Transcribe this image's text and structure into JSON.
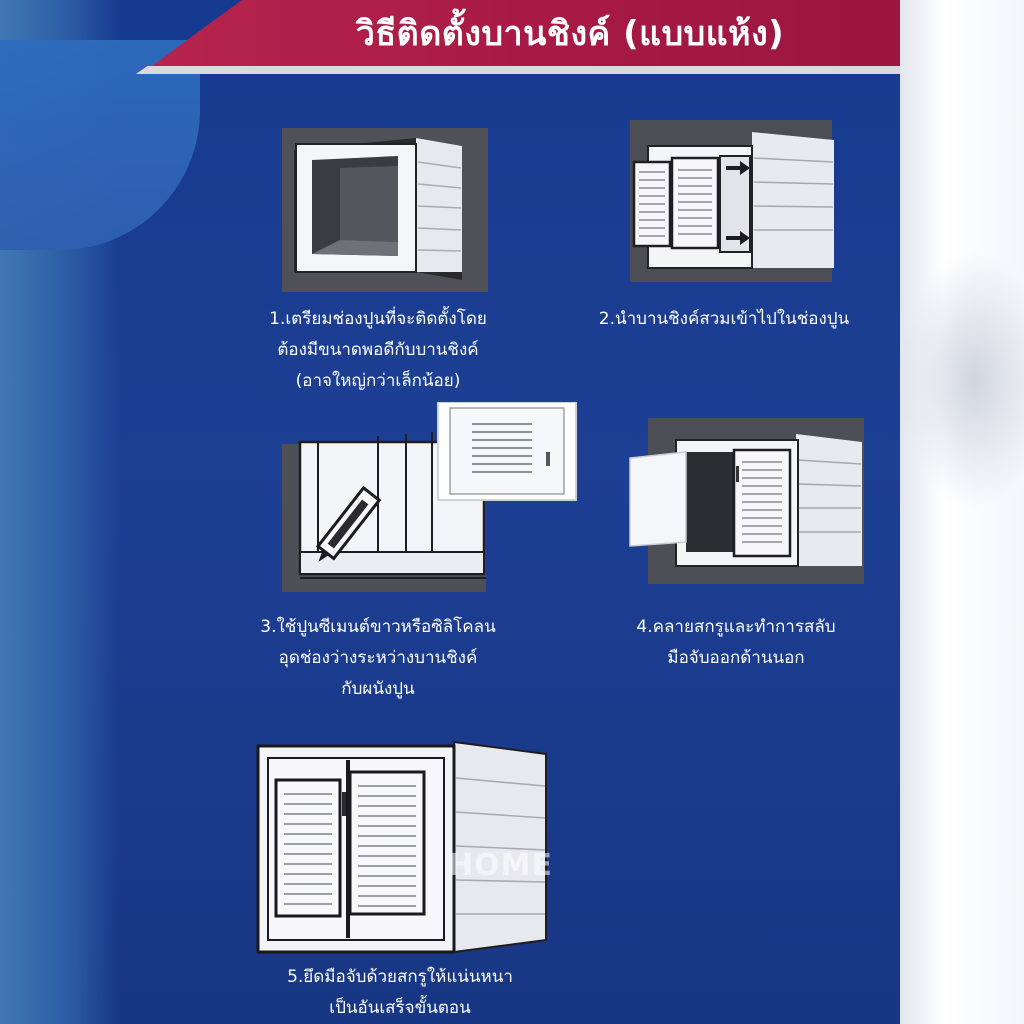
{
  "header": {
    "title": "วิธีติดตั้งบานชิงค์ (แบบแห้ง)"
  },
  "steps": [
    {
      "lines": [
        "1.เตรียมช่องปูนที่จะติดตั้งโดย",
        "ต้องมีขนาดพอดีกับบานชิงค์",
        "(อาจใหญ่กว่าเล็กน้อย)"
      ]
    },
    {
      "lines": [
        "2.นำบานชิงค์สวมเข้าไปในช่องปูน"
      ]
    },
    {
      "lines": [
        "3.ใช้ปูนซีเมนต์ขาวหรือซิลิโคลน",
        "อุดช่องว่างระหว่างบานชิงค์",
        "กับผนังปูน"
      ]
    },
    {
      "lines": [
        "4.คลายสกรูและทำการสลับ",
        "มือจับออกด้านนอก"
      ]
    },
    {
      "lines": [
        "5.ยึดมือจับด้วยสกรูให้แน่นหนา",
        "เป็นอันเสร็จขั้นตอน"
      ]
    }
  ],
  "watermark": {
    "text": "HOME"
  },
  "colors": {
    "background": "#1a3a8e",
    "header": "#a81a45",
    "cabinet": "#f2f3f6",
    "outline": "#2a2a2e"
  }
}
